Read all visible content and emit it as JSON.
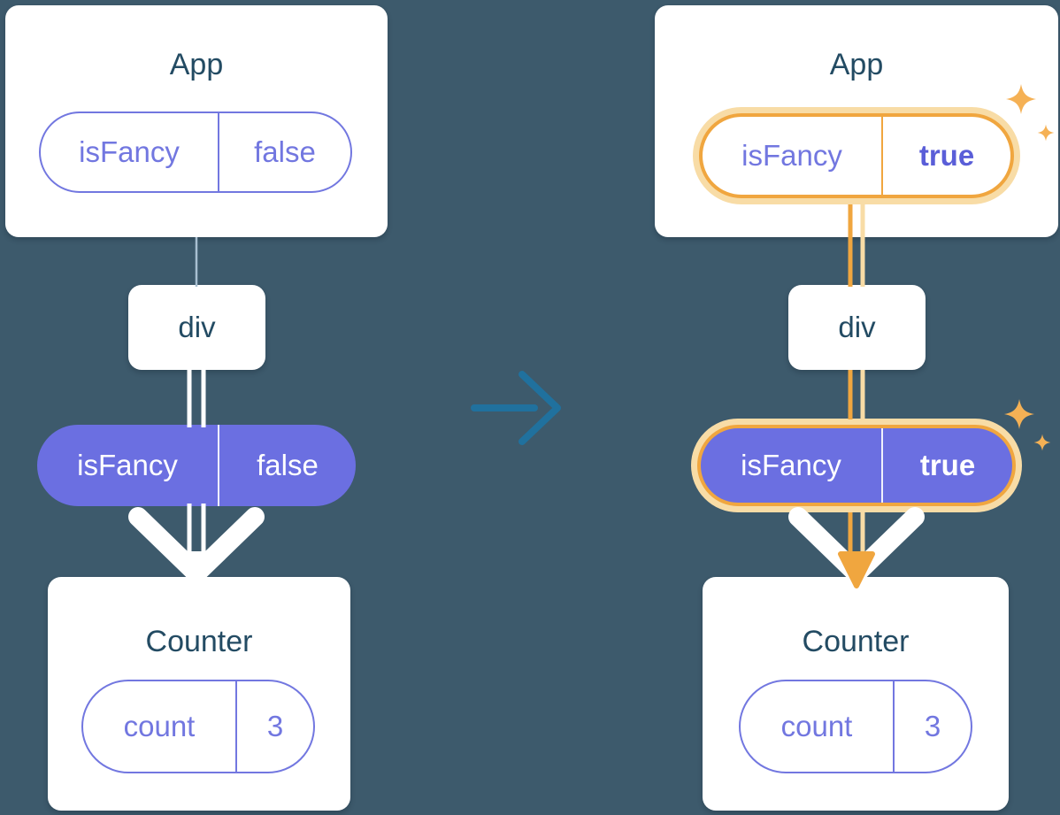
{
  "colors": {
    "background": "#3D5A6C",
    "card": "#FFFFFF",
    "title_text": "#234B63",
    "purple": "#7277E0",
    "purple_bold": "#5A5ED8",
    "indigo_fill": "#6B6FE1",
    "orange": "#F0A63F",
    "orange_glow": "#F8DCA6",
    "sparkle": "#F5B155",
    "transition_arrow": "#20719E",
    "connector_light": "#A8BFD1",
    "white": "#FFFFFF"
  },
  "icons": {
    "sparkle": "✦",
    "transition_arrow": "→"
  },
  "left_tree": {
    "app_title": "App",
    "app_pill_key": "isFancy",
    "app_pill_value": "false",
    "div_label": "div",
    "state_pill_key": "isFancy",
    "state_pill_value": "false",
    "counter_title": "Counter",
    "counter_pill_key": "count",
    "counter_pill_value": "3"
  },
  "right_tree": {
    "app_title": "App",
    "app_pill_key": "isFancy",
    "app_pill_value": "true",
    "div_label": "div",
    "state_pill_key": "isFancy",
    "state_pill_value": "true",
    "counter_title": "Counter",
    "counter_pill_key": "count",
    "counter_pill_value": "3"
  }
}
